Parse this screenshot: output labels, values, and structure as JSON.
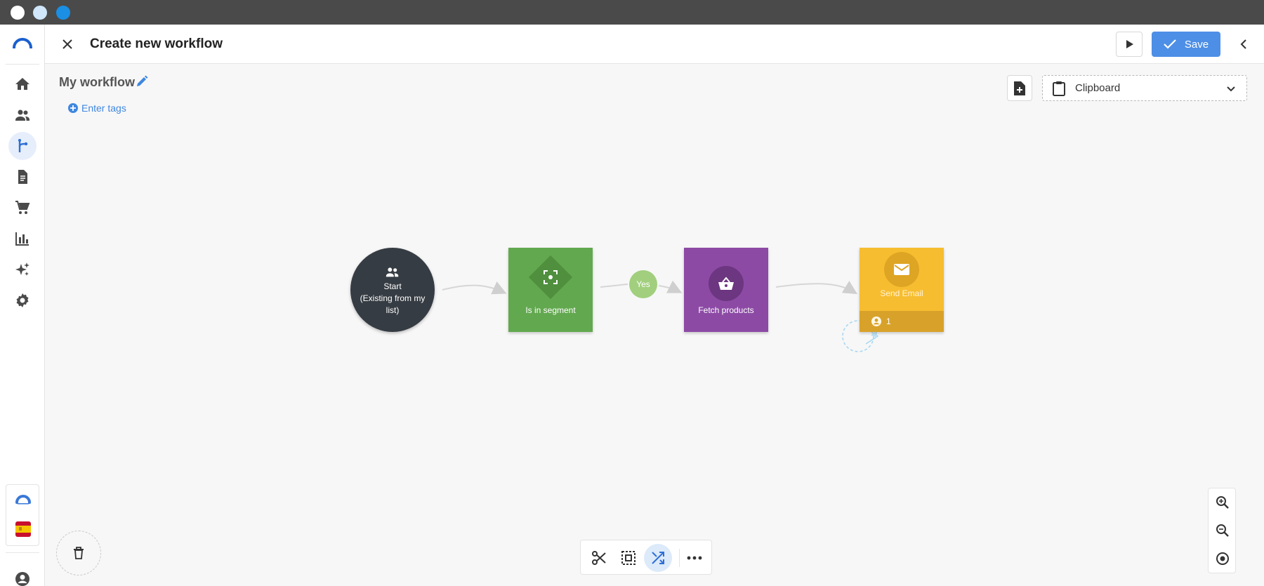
{
  "window": {
    "controls": [
      {
        "name": "close",
        "color": "#ffffff"
      },
      {
        "name": "minimize",
        "color": "#cfe6fb"
      },
      {
        "name": "maximize",
        "color": "#1a8fe3"
      }
    ]
  },
  "sidebar": {
    "logo_icon": "brand-arc-logo",
    "items": [
      {
        "id": "home",
        "icon": "home-icon",
        "active": false
      },
      {
        "id": "contacts",
        "icon": "people-icon",
        "active": false
      },
      {
        "id": "workflows",
        "icon": "workflow-branch-icon",
        "active": true
      },
      {
        "id": "templates",
        "icon": "document-icon",
        "active": false
      },
      {
        "id": "ecommerce",
        "icon": "cart-icon",
        "active": false
      },
      {
        "id": "reports",
        "icon": "bar-chart-icon",
        "active": false
      },
      {
        "id": "ai",
        "icon": "sparkles-icon",
        "active": false
      },
      {
        "id": "settings",
        "icon": "gear-icon",
        "active": false
      }
    ],
    "bottom": {
      "brand_icon": "brand-logo-small",
      "language_flag": "spain-flag-icon",
      "account_icon": "account-circle-icon"
    }
  },
  "header": {
    "title": "Create new workflow",
    "save_label": "Save",
    "accent": "#4d8fe6"
  },
  "workflow": {
    "name": "My workflow",
    "tags_label": "Enter tags"
  },
  "clipboard": {
    "label": "Clipboard"
  },
  "nodes": {
    "start": {
      "line1": "Start",
      "line2": "(Existing from my",
      "line3": "list)",
      "color": "#363c43"
    },
    "segment": {
      "label": "Is in segment",
      "color": "#62a84f"
    },
    "condition": {
      "label": "Yes",
      "color": "#a1cf7e"
    },
    "fetch": {
      "label": "Fetch products",
      "color": "#8c4aa5"
    },
    "email": {
      "label": "Send Email",
      "count": "1",
      "color": "#f7bd30"
    }
  },
  "toolbar": {
    "tools": [
      "scissors-icon",
      "select-area-icon",
      "auto-layout-icon",
      "more-icon"
    ],
    "active_tool": "auto-layout-icon"
  },
  "zoom": {
    "controls": [
      "zoom-in-icon",
      "zoom-out-icon",
      "center-view-icon"
    ]
  }
}
